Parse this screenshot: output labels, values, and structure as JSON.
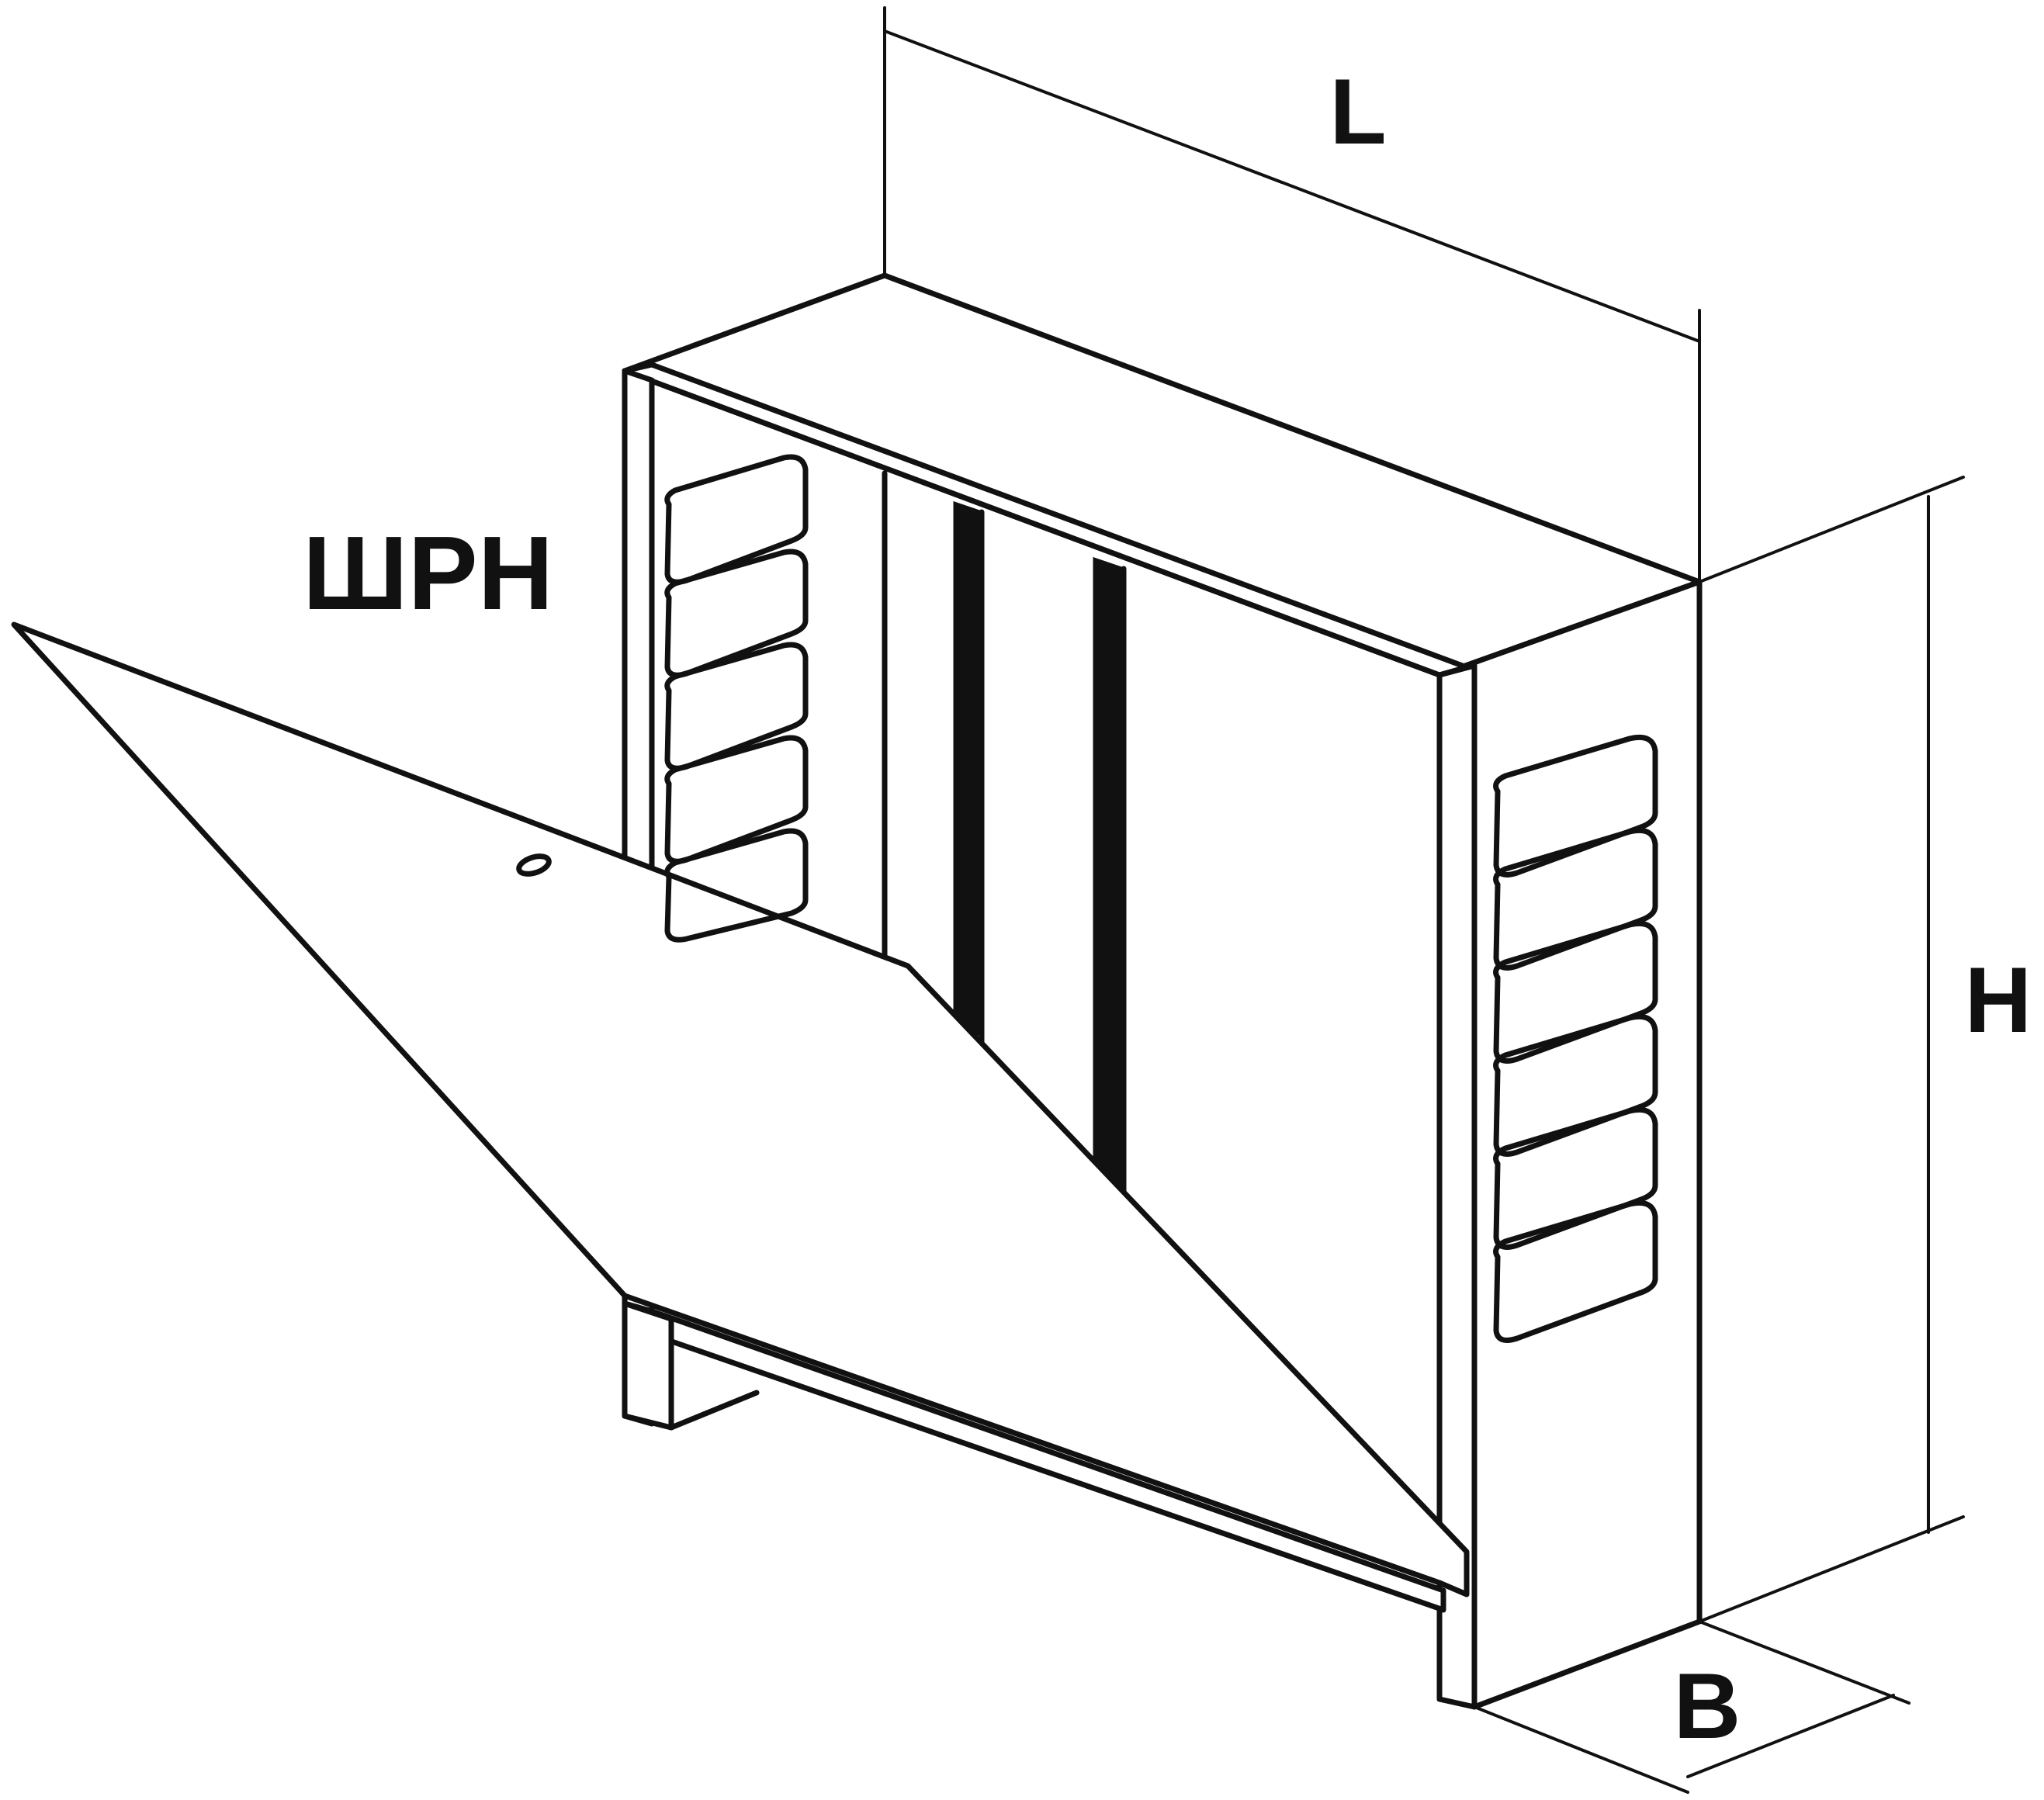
{
  "diagram": {
    "title": "ШРН",
    "dimension_labels": {
      "length": "L",
      "height": "H",
      "depth": "B"
    },
    "colors": {
      "line": "#111111",
      "background": "#ffffff"
    }
  }
}
